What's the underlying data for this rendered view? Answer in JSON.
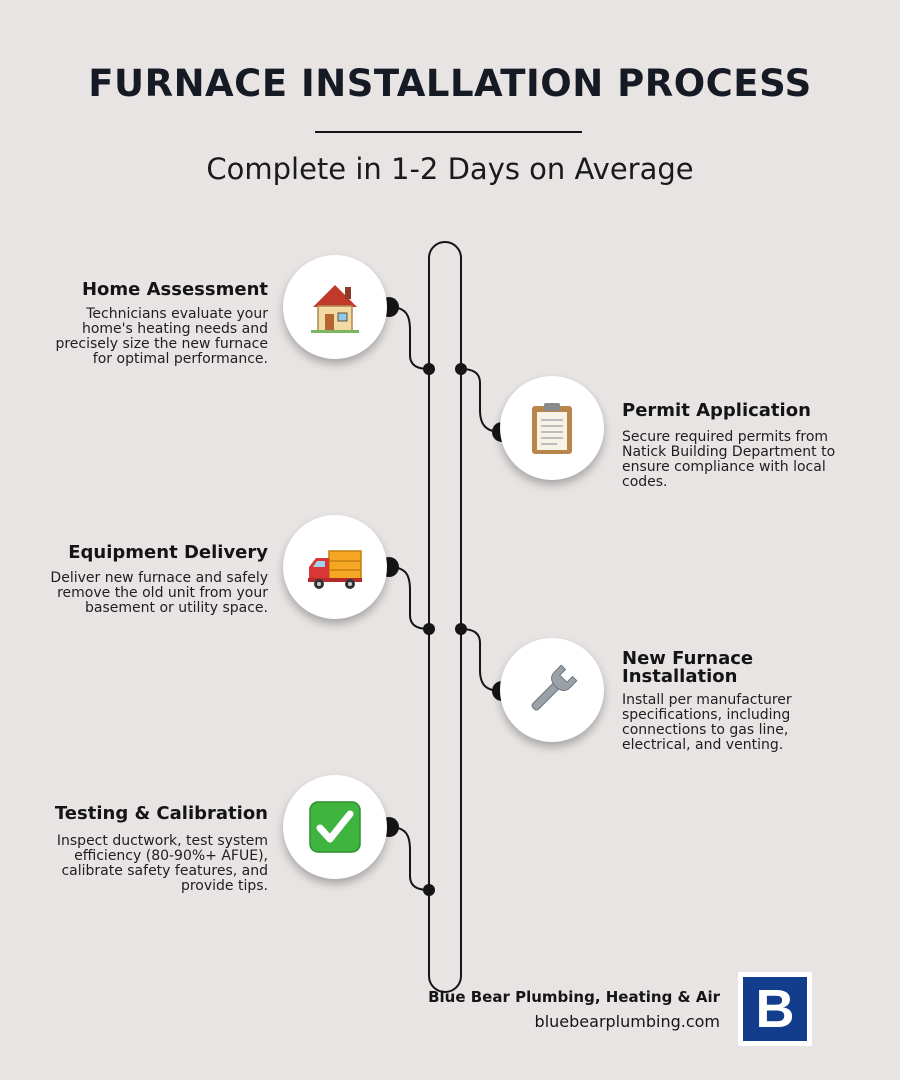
{
  "header": {
    "title": "FURNACE INSTALLATION PROCESS",
    "subtitle": "Complete in 1-2 Days on Average"
  },
  "steps": [
    {
      "title": "Home Assessment",
      "description": "Technicians evaluate your home's heating needs and precisely size the new furnace for optimal performance.",
      "icon": "house-icon",
      "side": "left"
    },
    {
      "title": "Permit Application",
      "description": "Secure required permits from Natick Building Department to ensure compliance with local codes.",
      "icon": "clipboard-icon",
      "side": "right"
    },
    {
      "title": "Equipment Delivery",
      "description": "Deliver new furnace and safely remove the old unit from your basement or utility space.",
      "icon": "delivery-truck-icon",
      "side": "left"
    },
    {
      "title": "New Furnace Installation",
      "description": "Install per manufacturer specifications, including connections to gas line, electrical, and venting.",
      "icon": "wrench-icon",
      "side": "right"
    },
    {
      "title": "Testing & Calibration",
      "description": "Inspect ductwork, test system efficiency (80-90%+ AFUE), calibrate safety features, and provide tips.",
      "icon": "check-mark-icon",
      "side": "left"
    }
  ],
  "footer": {
    "company": "Blue Bear Plumbing, Heating & Air",
    "url": "bluebearplumbing.com",
    "logo_letter": "B"
  },
  "colors": {
    "background": "#e8e4e4",
    "line": "#151515",
    "logo_blue": "#123c8c",
    "check_green": "#3fb540"
  }
}
